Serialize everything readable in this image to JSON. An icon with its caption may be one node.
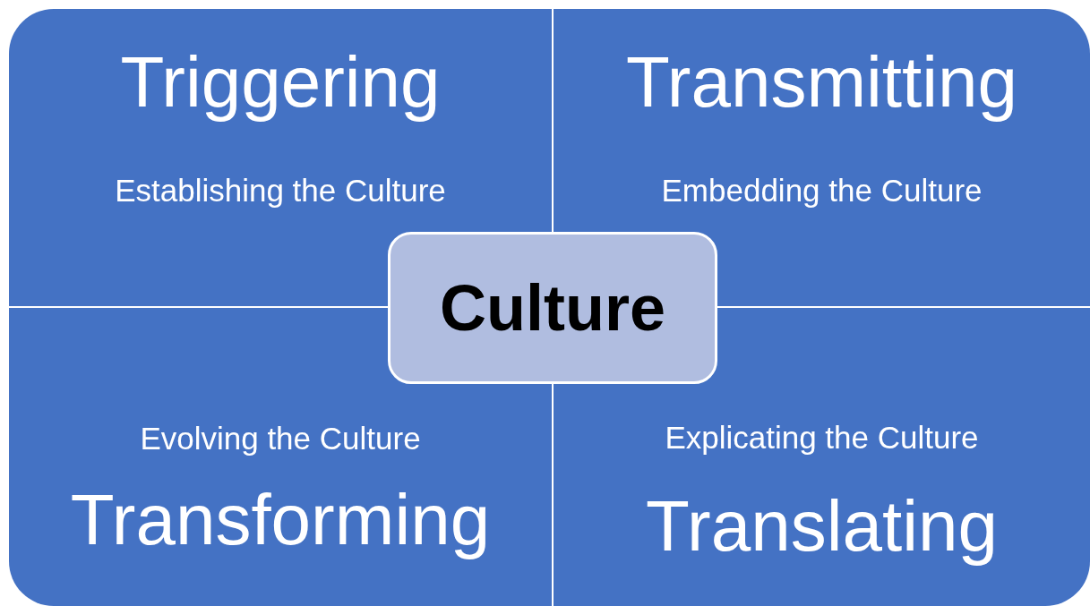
{
  "diagram": {
    "nodes": [
      {
        "text": [
          "Triggering",
          "Establishing the Culture"
        ]
      },
      {
        "text": [
          "Transmitting",
          "Embedding the Culture"
        ]
      },
      {
        "text": [
          "Culture"
        ]
      },
      {
        "text": [
          "Evolving the Culture",
          "Transforming"
        ]
      },
      {
        "text": [
          "Explicating the Culture",
          "Translating"
        ]
      }
    ]
  }
}
